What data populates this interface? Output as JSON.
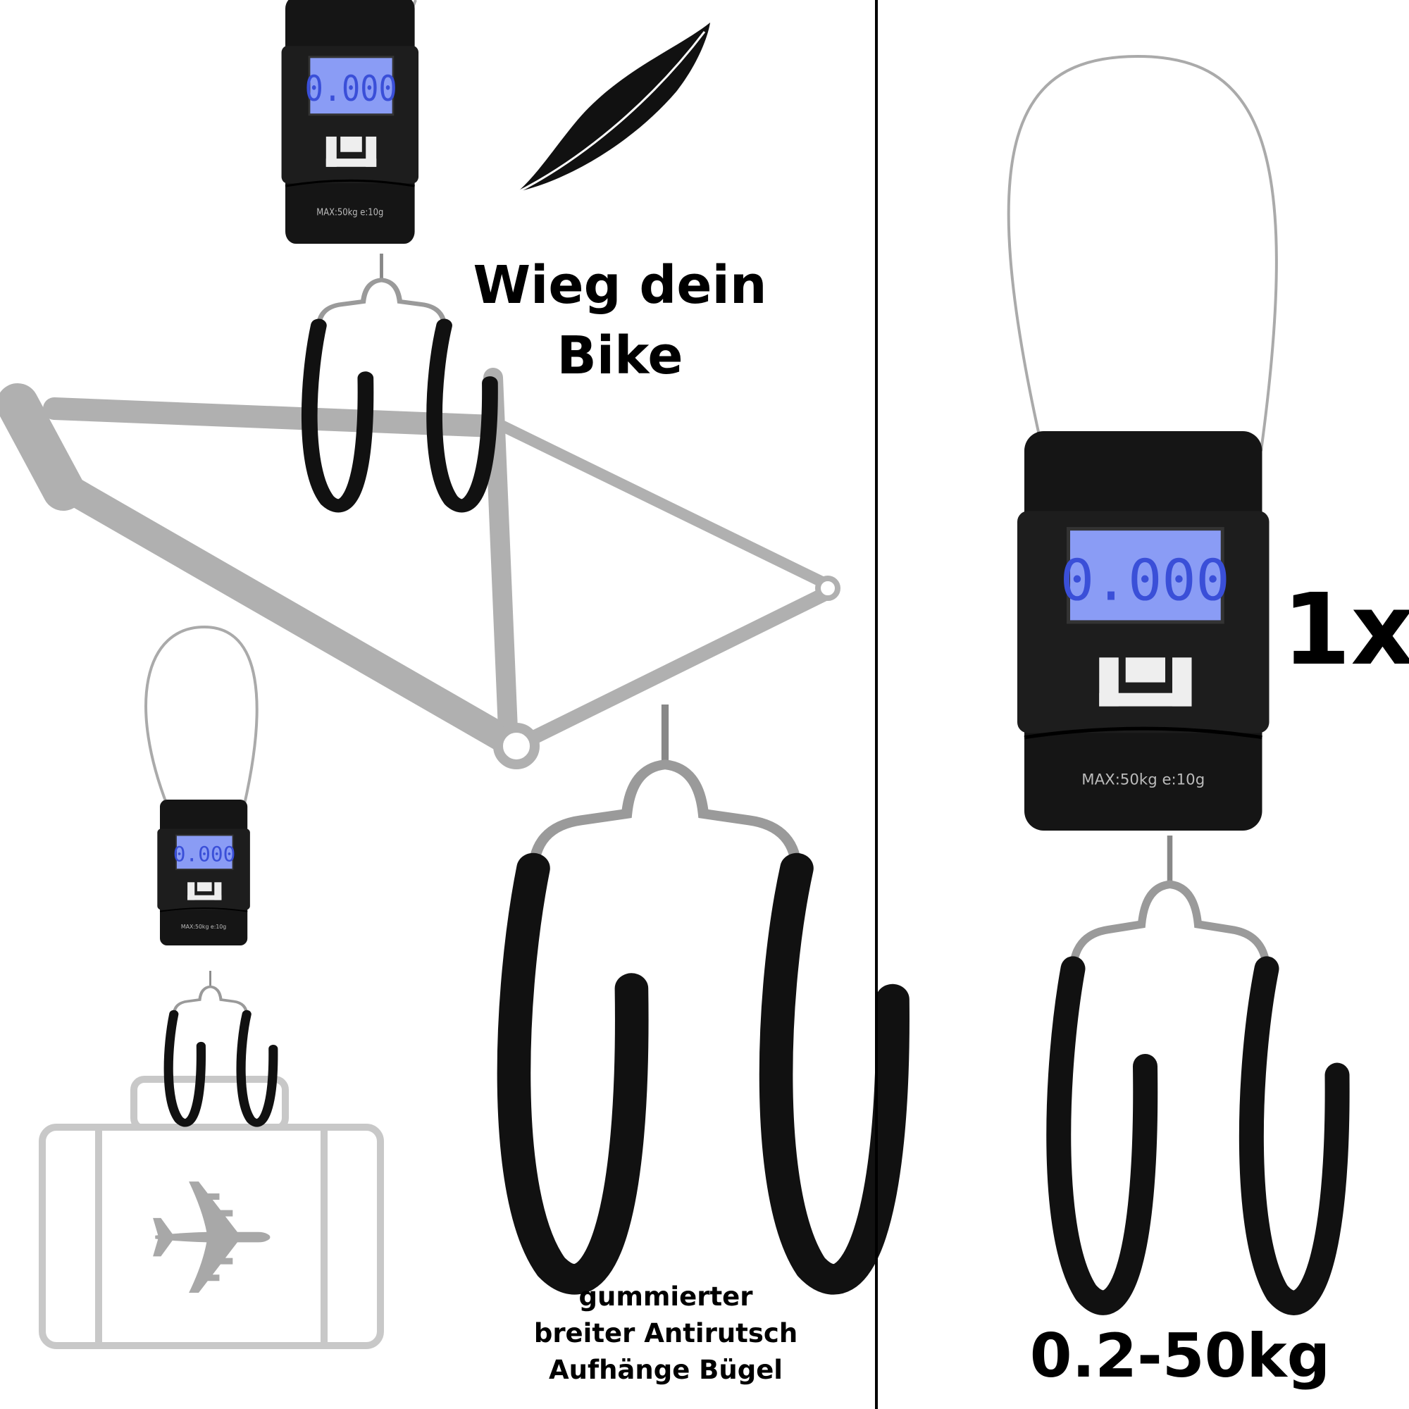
{
  "headline": {
    "line1": "Wieg dein",
    "line2": "Bike"
  },
  "caption": {
    "line1": "gummierter",
    "line2": "breiter Antirutsch",
    "line3": "Aufhänge Bügel"
  },
  "quantity": "1x",
  "range": "0.2-50kg",
  "scale": {
    "display": "0.000",
    "label": "MAX:50kg e:10g"
  },
  "icons": [
    "feather-icon",
    "airplane-icon",
    "suitcase-icon",
    "bike-frame"
  ],
  "colors": {
    "lcd": "#8a9cf5",
    "lcd_digits": "#3a4fd8",
    "frame": "#b0b0b0",
    "rubber": "#111111"
  }
}
